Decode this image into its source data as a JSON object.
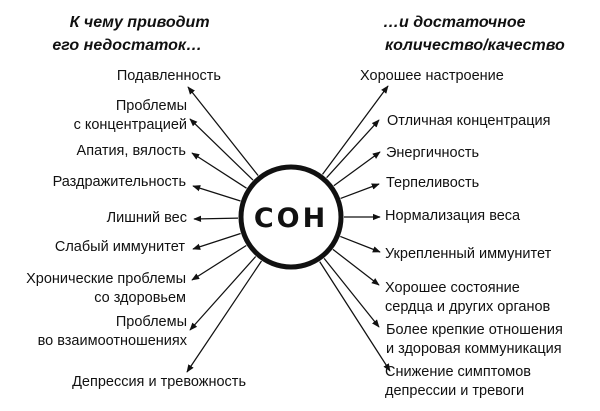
{
  "center_label": "СОН",
  "left_heading": [
    "К чему приводит",
    "его недостаток…"
  ],
  "right_heading": [
    "…и достаточное",
    "количество/качество"
  ],
  "left_items": [
    [
      "Подавленность"
    ],
    [
      "Проблемы",
      "с концентрацией"
    ],
    [
      "Апатия, вялость"
    ],
    [
      "Раздражительность"
    ],
    [
      "Лишний вес"
    ],
    [
      "Слабый иммунитет"
    ],
    [
      "Хронические проблемы",
      "со здоровьем"
    ],
    [
      "Проблемы",
      "во взаимоотношениях"
    ],
    [
      "Депрессия и тревожность"
    ]
  ],
  "right_items": [
    [
      "Хорошее настроение"
    ],
    [
      "Отличная концентрация"
    ],
    [
      "Энергичность"
    ],
    [
      "Терпеливость"
    ],
    [
      "Нормализация веса"
    ],
    [
      "Укрепленный иммунитет"
    ],
    [
      "Хорошее состояние",
      "сердца и других органов"
    ],
    [
      "Более крепкие отношения",
      "и здоровая коммуникация"
    ],
    [
      "Снижение симптомов",
      "депрессии и тревоги"
    ]
  ]
}
